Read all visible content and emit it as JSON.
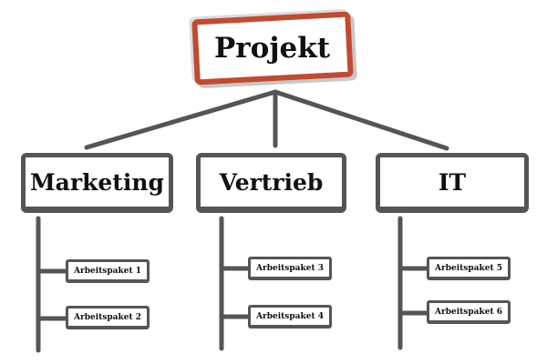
{
  "root": {
    "label": "Projekt",
    "border_color": "#c24a30"
  },
  "departments": [
    {
      "label": "Marketing",
      "packages": [
        "Arbeitspaket 1",
        "Arbeitspaket 2"
      ]
    },
    {
      "label": "Vertrieb",
      "packages": [
        "Arbeitspaket 3",
        "Arbeitspaket 4"
      ]
    },
    {
      "label": "IT",
      "packages": [
        "Arbeitspaket 5",
        "Arbeitspaket 6"
      ]
    }
  ],
  "line_color": "#555555"
}
